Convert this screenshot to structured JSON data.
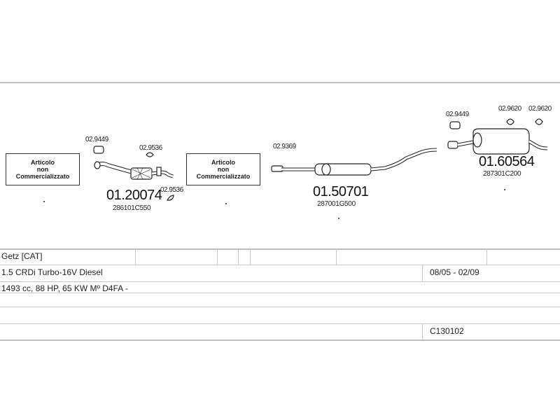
{
  "parts": {
    "box1": {
      "line1": "Articolo",
      "line2": "non",
      "line3": "Commercializzato"
    },
    "box2": {
      "line1": "Articolo",
      "line2": "non",
      "line3": "Commercializzato"
    },
    "front_pipe": {
      "code": "01.20074",
      "oem": "286101C550"
    },
    "middle_silencer": {
      "code": "01.50701",
      "oem": "287001G500"
    },
    "rear_silencer": {
      "code": "01.60564",
      "oem": "287301C200"
    },
    "fittings": {
      "f1": "02.9449",
      "f2": "02.9536",
      "f3": "02.9536",
      "f4": "02.9369",
      "f5": "02.9449",
      "f6": "02.9620",
      "f7": "02.9620"
    }
  },
  "table": {
    "model": "Getz  [CAT]",
    "engine": "1.5 CRDi Turbo-16V Diesel",
    "years": "08/05 - 02/09",
    "specs": "1493 cc, 88 HP, 65 KW Mº D4FA -",
    "catalog": "C130102"
  }
}
